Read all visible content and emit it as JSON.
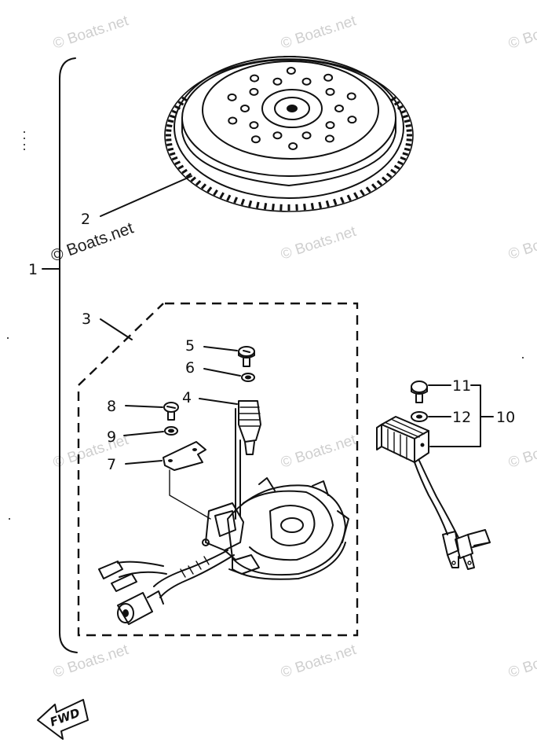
{
  "diagram": {
    "watermark": "© Boats.net",
    "direction_label": "FWD",
    "callouts": {
      "c1": "1",
      "c2": "2",
      "c3": "3",
      "c4": "4",
      "c5": "5",
      "c6": "6",
      "c7": "7",
      "c8": "8",
      "c9": "9",
      "c10": "10",
      "c11": "11",
      "c12": "12"
    }
  }
}
